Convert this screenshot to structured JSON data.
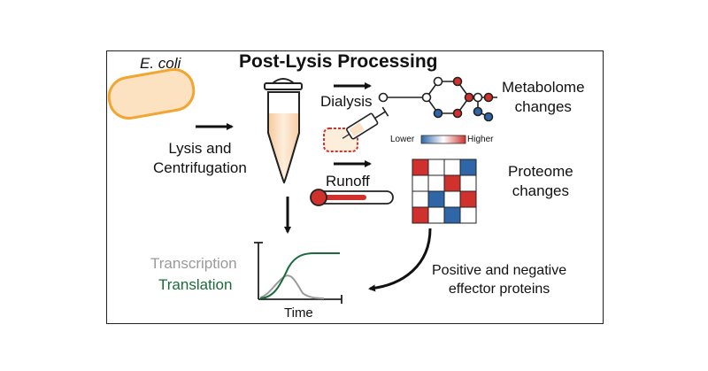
{
  "diagram": {
    "title": "Post-Lysis Processing",
    "organism": "E. coli",
    "lysis_line1": "Lysis and",
    "lysis_line2": "Centrifugation",
    "dialysis": "Dialysis",
    "runoff": "Runoff",
    "metabolome_line1": "Metabolome",
    "metabolome_line2": "changes",
    "proteome_line1": "Proteome",
    "proteome_line2": "changes",
    "effector_line1": "Positive and negative",
    "effector_line2": "effector proteins",
    "transcription": "Transcription",
    "translation": "Translation",
    "time_axis": "Time",
    "scale_lower": "Lower",
    "scale_higher": "Higher"
  },
  "colors": {
    "cell_fill": "#fde2c2",
    "cell_outline": "#f2a531",
    "tube_liquid": "#fbe2c6",
    "high": "#d0312d",
    "low": "#2e66a8",
    "transcription": "#9a9a9a",
    "translation": "#1a6b3a"
  },
  "proteome_grid": [
    [
      "red",
      "white",
      "white",
      "blue"
    ],
    [
      "white",
      "white",
      "red",
      "white"
    ],
    [
      "white",
      "blue",
      "white",
      "red"
    ],
    [
      "red",
      "white",
      "blue",
      "white"
    ]
  ]
}
